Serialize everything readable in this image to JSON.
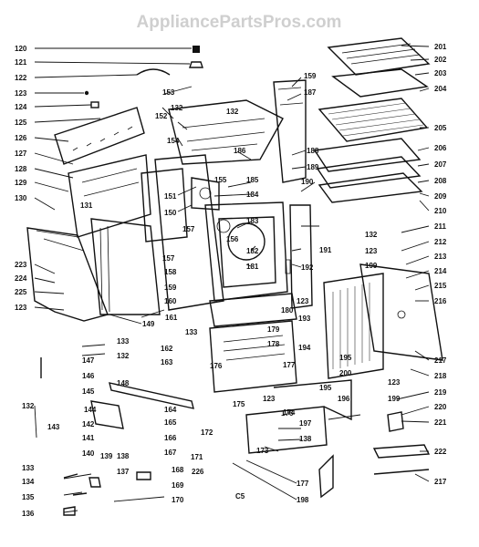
{
  "watermark": "AppliancePartsPros.com",
  "caption": "C5",
  "labels": {
    "l120": "120",
    "l121": "121",
    "l122": "122",
    "l123a": "123",
    "l124": "124",
    "l125": "125",
    "l126": "126",
    "l127": "127",
    "l128": "128",
    "l129": "129",
    "l130": "130",
    "l131": "131",
    "l223": "223",
    "l224": "224",
    "l225": "225",
    "l123b": "123",
    "l149": "149",
    "l161": "161",
    "l133a": "133",
    "l132a": "132",
    "l147": "147",
    "l146": "146",
    "l145": "145",
    "l144": "144",
    "l143": "143",
    "l142": "142",
    "l141": "141",
    "l139": "139",
    "l138": "138",
    "l140": "140",
    "l132b": "132",
    "l133b": "133",
    "l134": "134",
    "l135": "135",
    "l136": "136",
    "l137": "137",
    "l168": "168",
    "l169": "169",
    "l170": "170",
    "l226": "226",
    "l153": "153",
    "l152": "152",
    "l132c": "132",
    "l154": "154",
    "l151": "151",
    "l150": "150",
    "l155": "155",
    "l157a": "157",
    "l157b": "157",
    "l158": "158",
    "l159a": "159",
    "l160": "160",
    "l156": "156",
    "l186": "186",
    "l185": "185",
    "l184": "184",
    "l183": "183",
    "l182": "182",
    "l181": "181",
    "l133c": "133",
    "l180": "180",
    "l162": "162",
    "l163": "163",
    "l148": "148",
    "l164": "164",
    "l165": "165",
    "l166": "166",
    "l167": "167",
    "l171": "171",
    "l172": "172",
    "l175": "175",
    "l176a": "176",
    "l176b": "176",
    "l123c": "123",
    "l178": "178",
    "l179": "179",
    "l177a": "177",
    "l177b": "177",
    "l173": "173",
    "l174": "174",
    "l197": "197",
    "l138b": "138",
    "l198": "198",
    "l159b": "159",
    "l187": "187",
    "l188": "188",
    "l189": "189",
    "l190": "190",
    "l191": "191",
    "l192": "192",
    "l193": "193",
    "l194": "194",
    "l195a": "195",
    "l195b": "195",
    "l196": "196",
    "l200": "200",
    "l201": "201",
    "l202": "202",
    "l203": "203",
    "l204": "204",
    "l205": "205",
    "l206": "206",
    "l207": "207",
    "l208": "208",
    "l209": "209",
    "l210": "210",
    "l132d": "132",
    "l211": "211",
    "l212": "212",
    "l213": "213",
    "l214": "214",
    "l215": "215",
    "l216": "216",
    "l217a": "217",
    "l218": "218",
    "l123d": "123",
    "l199a": "199",
    "l123e": "123",
    "l199b": "199",
    "l219": "219",
    "l220": "220",
    "l221": "221",
    "l222": "222",
    "l217b": "217",
    "l132e": "132",
    "l123f": "123"
  }
}
